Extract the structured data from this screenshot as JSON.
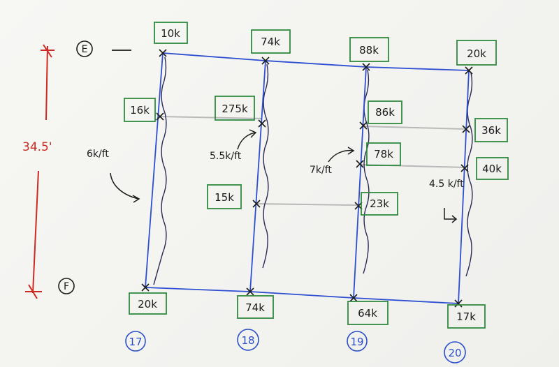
{
  "dimension": {
    "label": "34.5'",
    "color": "#cc2a22"
  },
  "row_labels": {
    "top": "E",
    "bottom": "F"
  },
  "column_labels": [
    "17",
    "18",
    "19",
    "20"
  ],
  "point_loads": {
    "top": [
      "10k",
      "74k",
      "88k",
      "20k"
    ],
    "bottom": [
      "20k",
      "74k",
      "64k",
      "17k"
    ],
    "interior": [
      "16k",
      "275k",
      "15k",
      "86k",
      "78k",
      "23k",
      "36k",
      "40k"
    ]
  },
  "distributed_loads": [
    "6k/ft",
    "5.5k/ft",
    "7k/ft",
    "4.5 k/ft"
  ],
  "colors": {
    "member": "#2e4fd1",
    "box": "#2f8a3f",
    "ink": "#1b1b1b",
    "guide": "#b9b9b9"
  }
}
